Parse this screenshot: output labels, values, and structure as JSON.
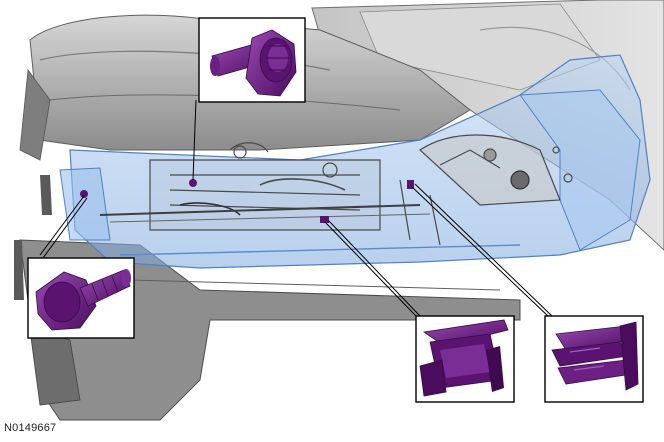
{
  "figure": {
    "reference_code": "N0149667"
  },
  "colors": {
    "background": "#ffffff",
    "seat_gray": "#a9a9a9",
    "seat_dark": "#5e5e5e",
    "seat_light": "#cfcfcf",
    "transparent_blue": "#8fb8e8",
    "blue_edge": "#4f82c4",
    "fastener_purple": "#5a1470",
    "fastener_highlight": "#8a3aa3",
    "callout_border": "#000000",
    "leader_line": "#000000"
  },
  "callouts": [
    {
      "part": "bolt",
      "icon": "bolt-icon"
    },
    {
      "part": "bolt",
      "icon": "bolt-icon"
    },
    {
      "part": "clip",
      "icon": "clip-icon"
    },
    {
      "part": "clip",
      "icon": "spring-clip-icon"
    }
  ]
}
